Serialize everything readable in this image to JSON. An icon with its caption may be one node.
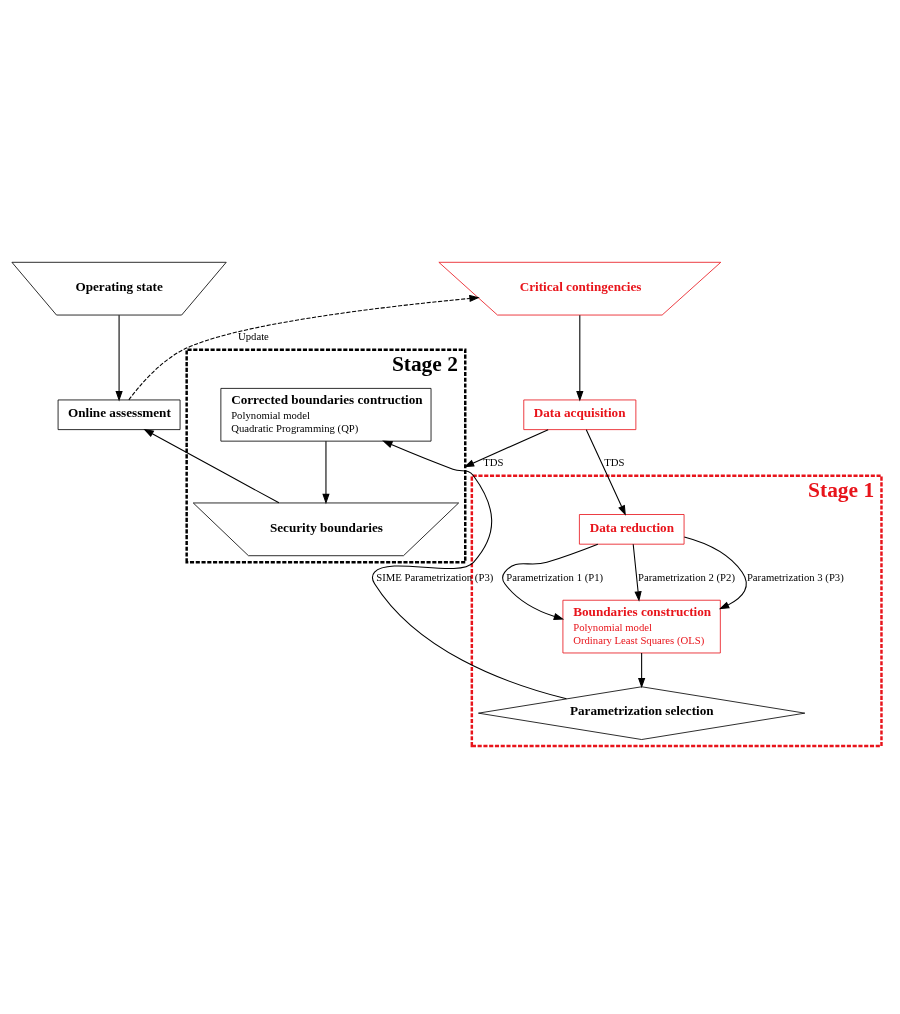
{
  "diagram": {
    "nodes": [
      {
        "text": [
          "Operating state"
        ]
      },
      {
        "text": [
          "Critical contingencies"
        ]
      },
      {
        "text": [
          "Data acquisition"
        ]
      },
      {
        "text": [
          "Online assessment"
        ]
      },
      {
        "text": [
          "Stage 1"
        ]
      },
      {
        "text": [
          "Data reduction"
        ],
        "in": 4
      },
      {
        "text": [
          "Boundaries construction",
          "Polynomial model",
          "Ordinary Least Squares (OLS)"
        ],
        "in": 4
      },
      {
        "text": [
          "Parametrization selection"
        ],
        "in": 4
      },
      {
        "text": [
          "Stage 2"
        ]
      },
      {
        "text": [
          "Security boundaries"
        ],
        "in": 8
      },
      {
        "text": [
          "Corrected boundaries contruction",
          "Polynomial model",
          "Quadratic Programming (QP)"
        ],
        "in": 8
      }
    ],
    "edges": [
      {
        "from": 0,
        "to": 3,
        "arrow": "to"
      },
      {
        "from": 3,
        "to": 1,
        "arrow": "to",
        "style": "dashed",
        "label": "Update"
      },
      {
        "from": 1,
        "to": 2,
        "arrow": "to"
      },
      {
        "from": 2,
        "to": 5,
        "arrow": "to",
        "label": "TDS"
      },
      {
        "from": 5,
        "to": 6,
        "arrow": "to",
        "label": "Parametrization 1 (P1)"
      },
      {
        "from": 5,
        "to": 6,
        "arrow": "to",
        "label": "Parametrization 2 (P2)"
      },
      {
        "from": 5,
        "to": 6,
        "arrow": "to",
        "label": "Parametrization 3 (P3)"
      },
      {
        "from": 6,
        "to": 7,
        "arrow": "to"
      },
      {
        "from": 7,
        "to": 10,
        "arrow": "to",
        "label": "SIME Parametrization (P3)"
      },
      {
        "from": 2,
        "to": 8,
        "arrow": "to",
        "label": "TDS"
      },
      {
        "from": 10,
        "to": 9,
        "arrow": "to"
      },
      {
        "from": 9,
        "to": 3,
        "arrow": "to"
      }
    ]
  }
}
